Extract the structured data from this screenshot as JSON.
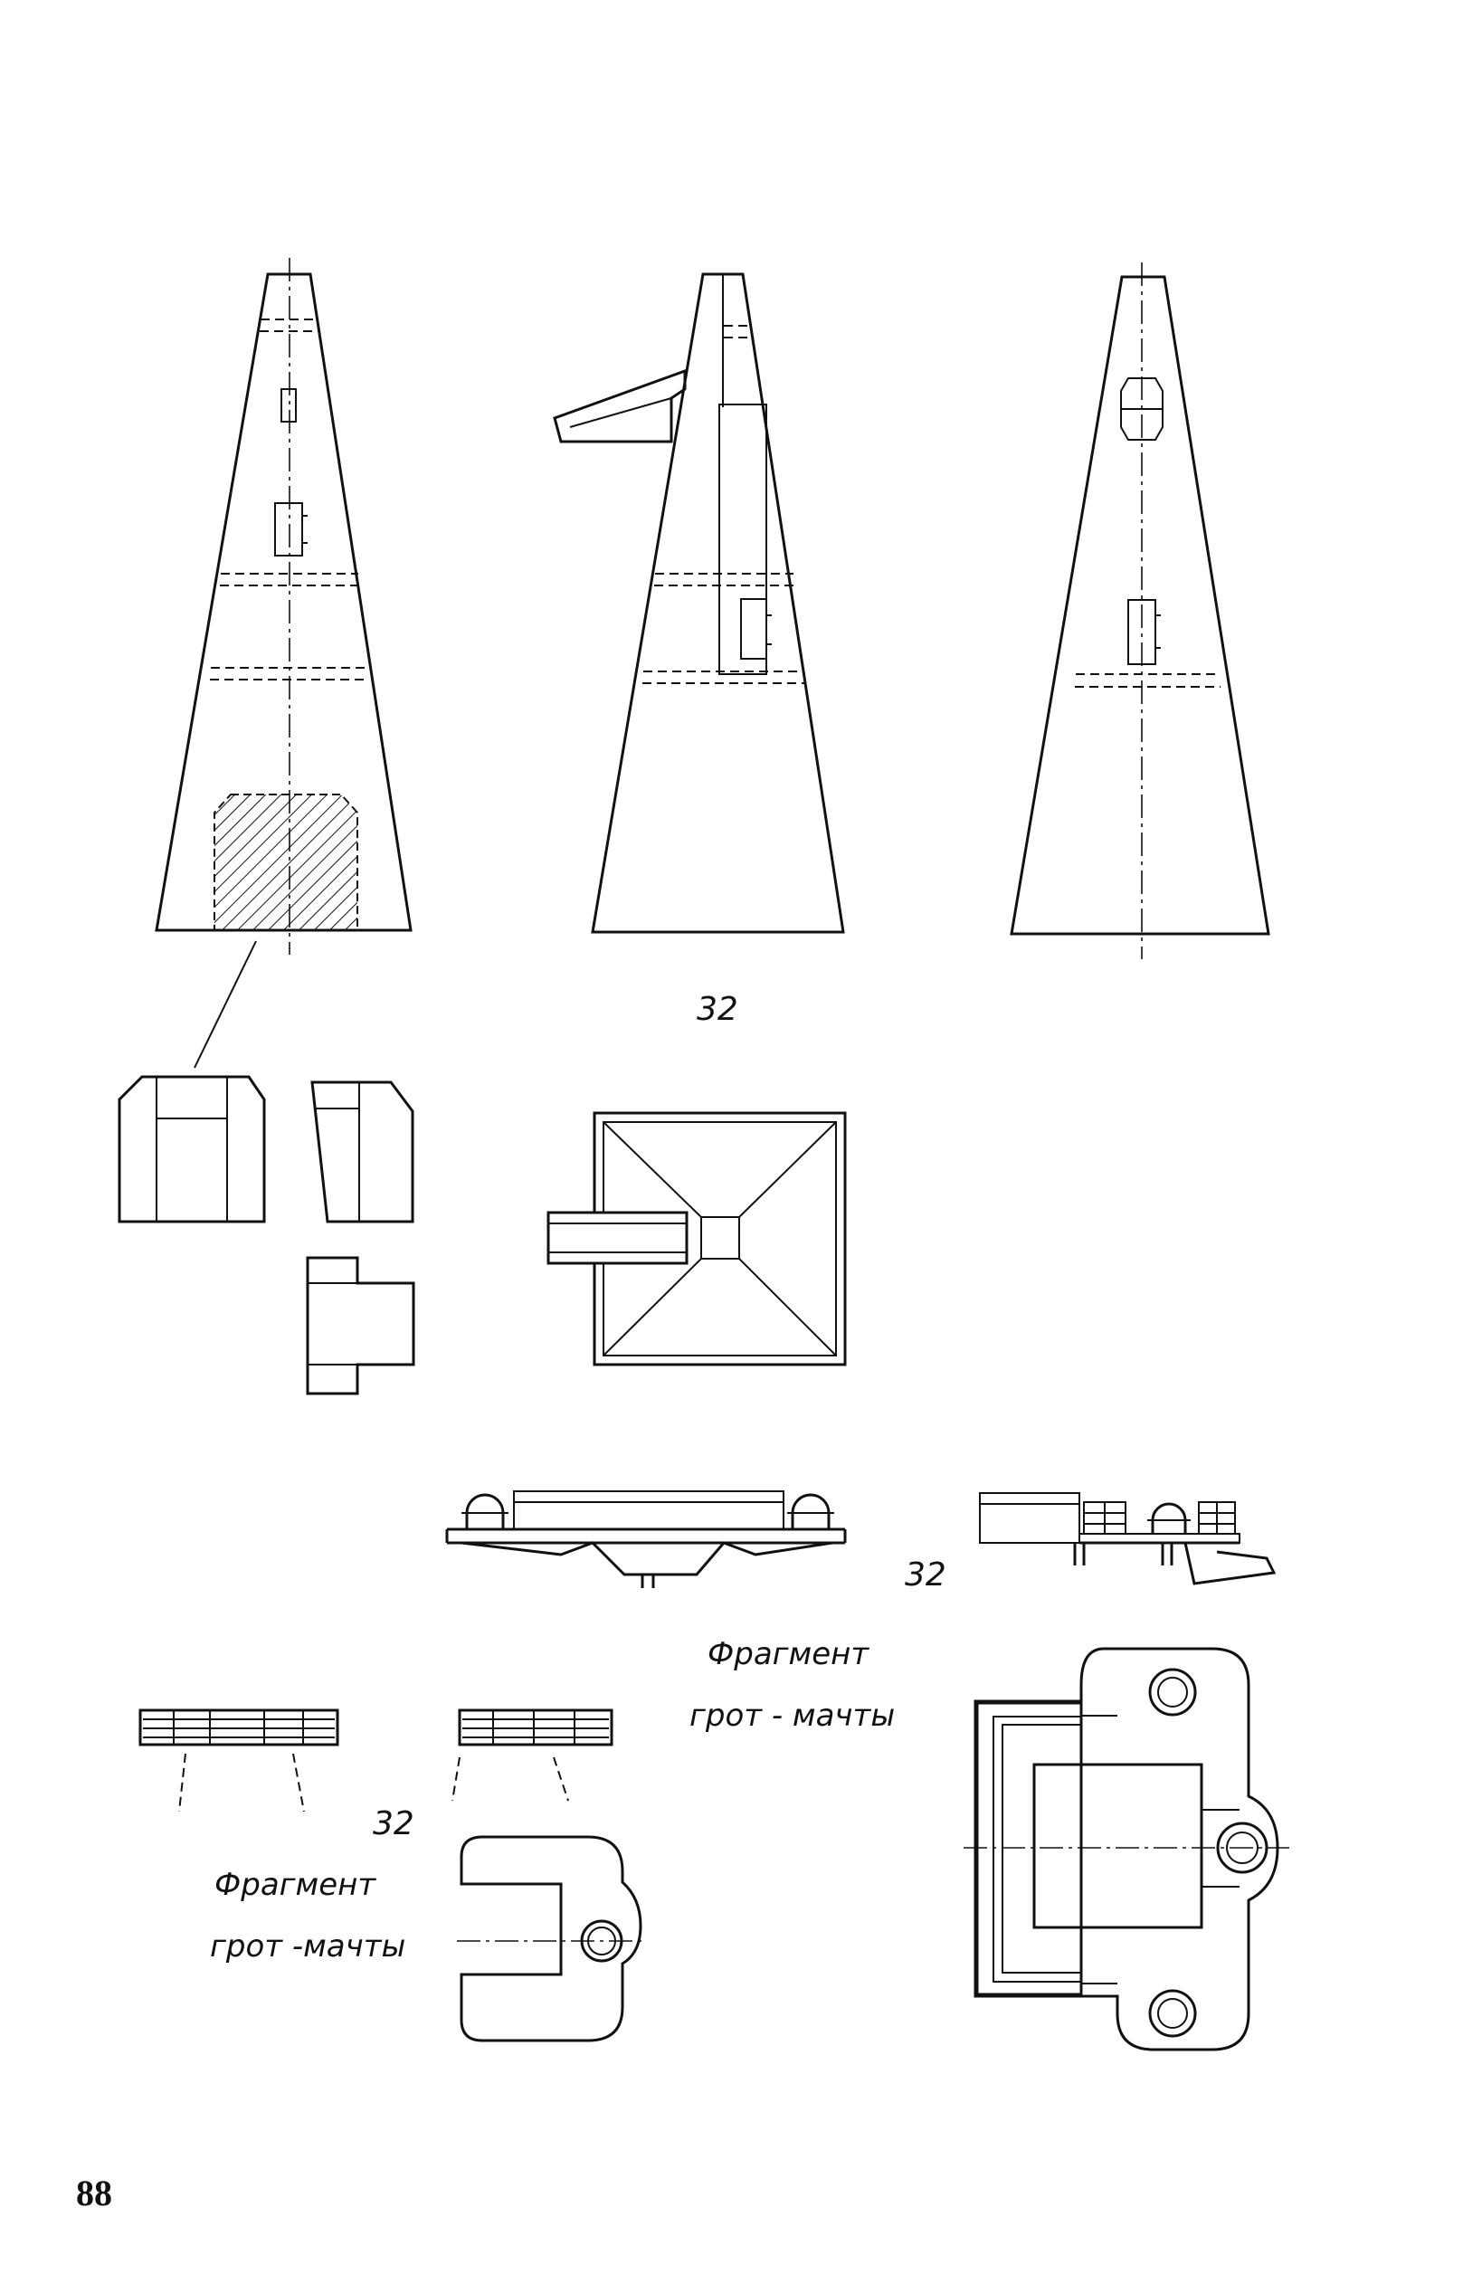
{
  "page": {
    "number": "88"
  },
  "labels": {
    "part_32_top": "32",
    "part_32_mid": "32",
    "part_32_low": "32",
    "fragment_right_line1": "Фрагмент",
    "fragment_right_line2": "грот - мачты",
    "fragment_left_line1": "Фрагмент",
    "fragment_left_line2": "грот -мачты"
  },
  "colors": {
    "ink": "#111111",
    "paper": "#ffffff"
  }
}
